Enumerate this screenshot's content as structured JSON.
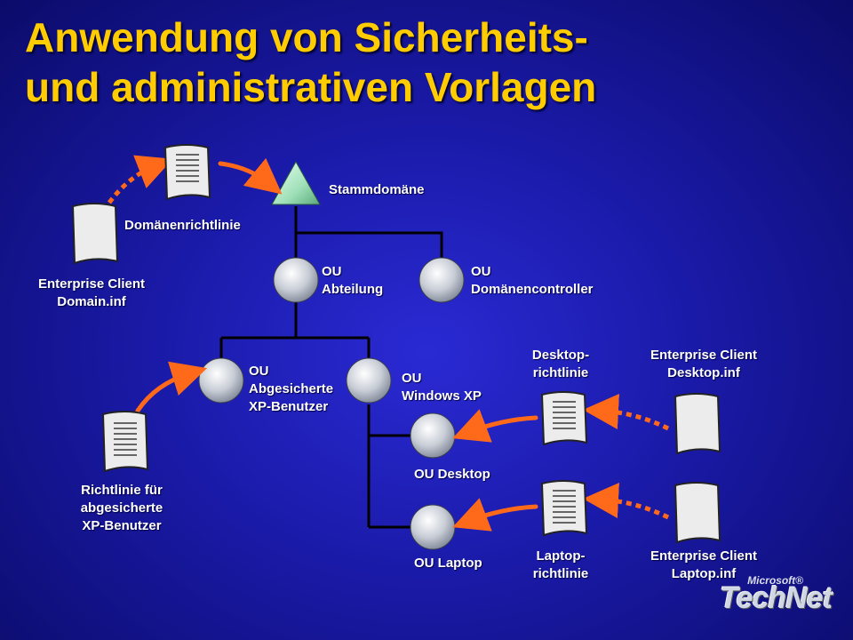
{
  "slide": {
    "title_line1": "Anwendung von Sicherheits-",
    "title_line2": "und administrativen Vorlagen"
  },
  "nodes": {
    "root": "Stammdomäne",
    "ou_abteilung": [
      "OU",
      "Abteilung"
    ],
    "ou_domaenencontroller": [
      "OU",
      "Domänencontroller"
    ],
    "ou_abgesicherte": [
      "OU",
      "Abgesicherte",
      "XP-Benutzer"
    ],
    "ou_windows_xp": [
      "OU",
      "Windows XP"
    ],
    "ou_desktop": "OU Desktop",
    "ou_laptop": "OU Laptop"
  },
  "policies": {
    "domain_policy": "Domänenrichtlinie",
    "enterprise_domain": [
      "Enterprise Client",
      "Domain.inf"
    ],
    "secure_xp_policy": [
      "Richtlinie für",
      "abgesicherte",
      "XP-Benutzer"
    ],
    "desktop_policy": [
      "Desktop-",
      "richtlinie"
    ],
    "enterprise_desktop": [
      "Enterprise Client",
      "Desktop.inf"
    ],
    "laptop_policy": [
      "Laptop-",
      "richtlinie"
    ],
    "enterprise_laptop": [
      "Enterprise Client",
      "Laptop.inf"
    ]
  },
  "branding": {
    "microsoft": "Microsoft®",
    "technet": "TechNet"
  },
  "colors": {
    "title": "#ffcc00",
    "arrow": "#ff6a1a",
    "tree_line": "#000000",
    "node": "#c8cdd6",
    "root_triangle": "#9fe0b8"
  },
  "icons": {
    "document": "document-icon",
    "ou_node": "ou-circle-icon",
    "domain": "triangle-domain-icon"
  }
}
